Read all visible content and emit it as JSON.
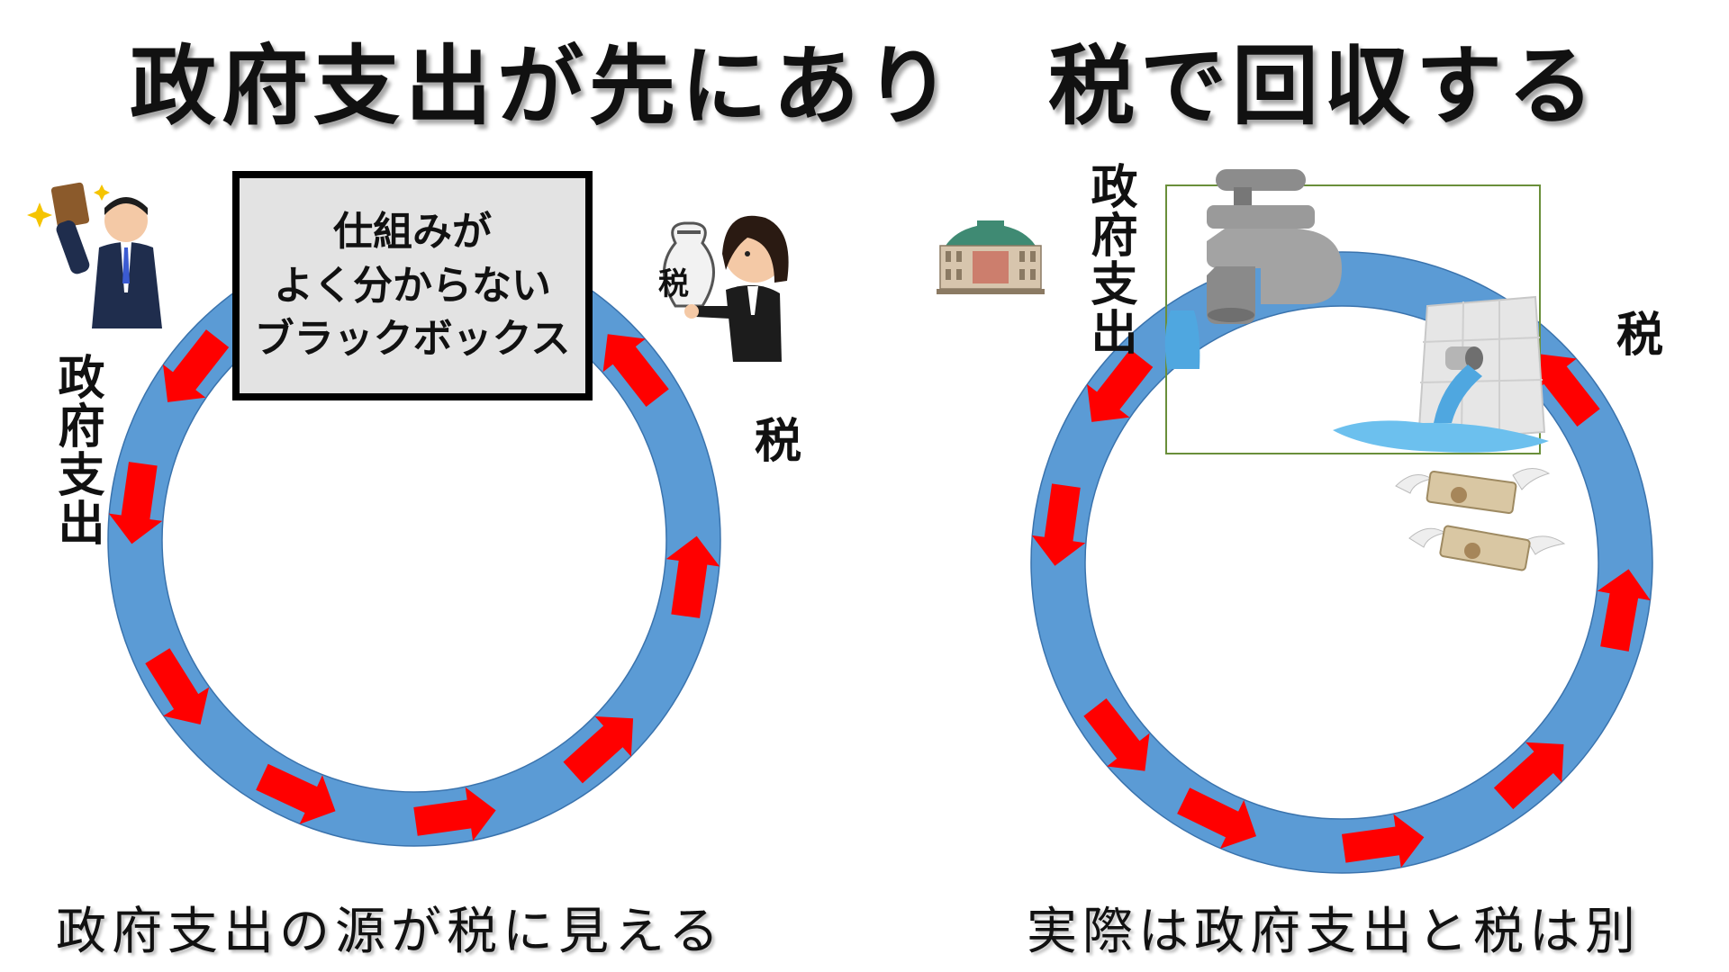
{
  "title": "政府支出が先にあり　税で回収する",
  "left_panel": {
    "spending_label": "政府支出",
    "tax_label": "税",
    "blackbox_lines": [
      "仕組みが",
      "よく分からない",
      "ブラックボックス"
    ],
    "tax_bag_label": "税",
    "caption": "政府支出の源が税に見える"
  },
  "right_panel": {
    "spending_label": "政府支出",
    "tax_label": "税",
    "caption": "実際は政府支出と税は別"
  },
  "colors": {
    "ring": "#5b9bd5",
    "arrow": "#ff0000",
    "blackbox_bg": "#e3e3e3",
    "water": "#4fa7e0",
    "faucet": "#8c8c8c"
  }
}
